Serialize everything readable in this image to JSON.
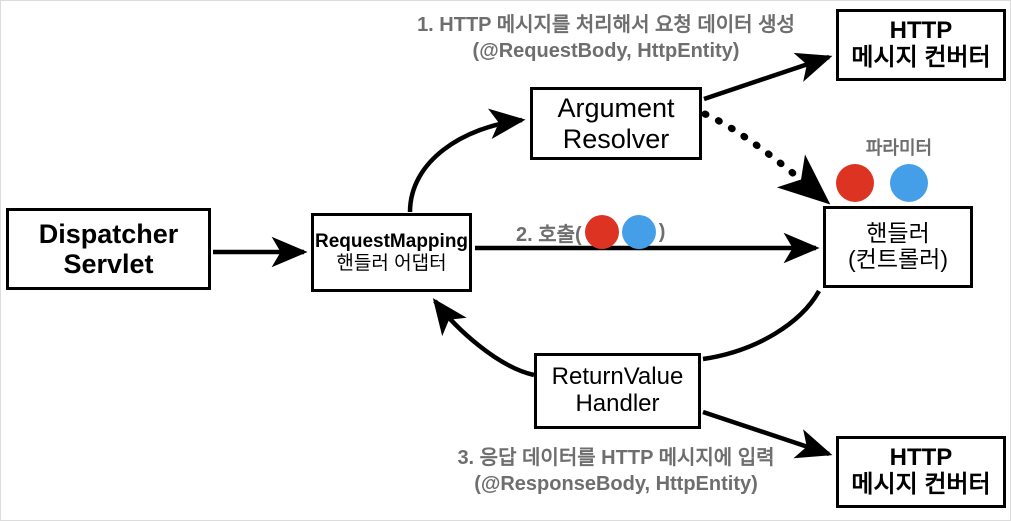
{
  "diagram": {
    "title": "Spring MVC Handler Adapter / Message Converter flow",
    "colors": {
      "line": "#000000",
      "caption": "#6e6e6e",
      "dot_red": "#dd3322",
      "dot_blue": "#459fe8",
      "canvas_border": "#dcdcdc",
      "background": "#ffffff"
    },
    "nodes": {
      "dispatcher": {
        "line1": "Dispatcher",
        "line2": "Servlet"
      },
      "request_mapping": {
        "line1": "RequestMapping",
        "line2": "핸들러 어댑터"
      },
      "argument_resolver": {
        "line1": "Argument",
        "line2": "Resolver"
      },
      "handler": {
        "line1": "핸들러",
        "line2": "(컨트롤러)"
      },
      "return_value_handler": {
        "line1": "ReturnValue",
        "line2": "Handler"
      },
      "http_message_converter_top": {
        "line1": "HTTP",
        "line2": "메시지 컨버터"
      },
      "http_message_converter_bottom": {
        "line1": "HTTP",
        "line2": "메시지 컨버터"
      }
    },
    "captions": {
      "step1_line1": "1. HTTP 메시지를 처리해서 요청 데이터 생성",
      "step1_line2": "(@RequestBody, HttpEntity)",
      "step2_prefix": "2. 호출(",
      "step2_suffix": ")",
      "step3_line1": "3. 응답 데이터를 HTTP 메시지에 입력",
      "step3_line2": "(@ResponseBody, HttpEntity)",
      "parameter": "파라미터"
    }
  }
}
